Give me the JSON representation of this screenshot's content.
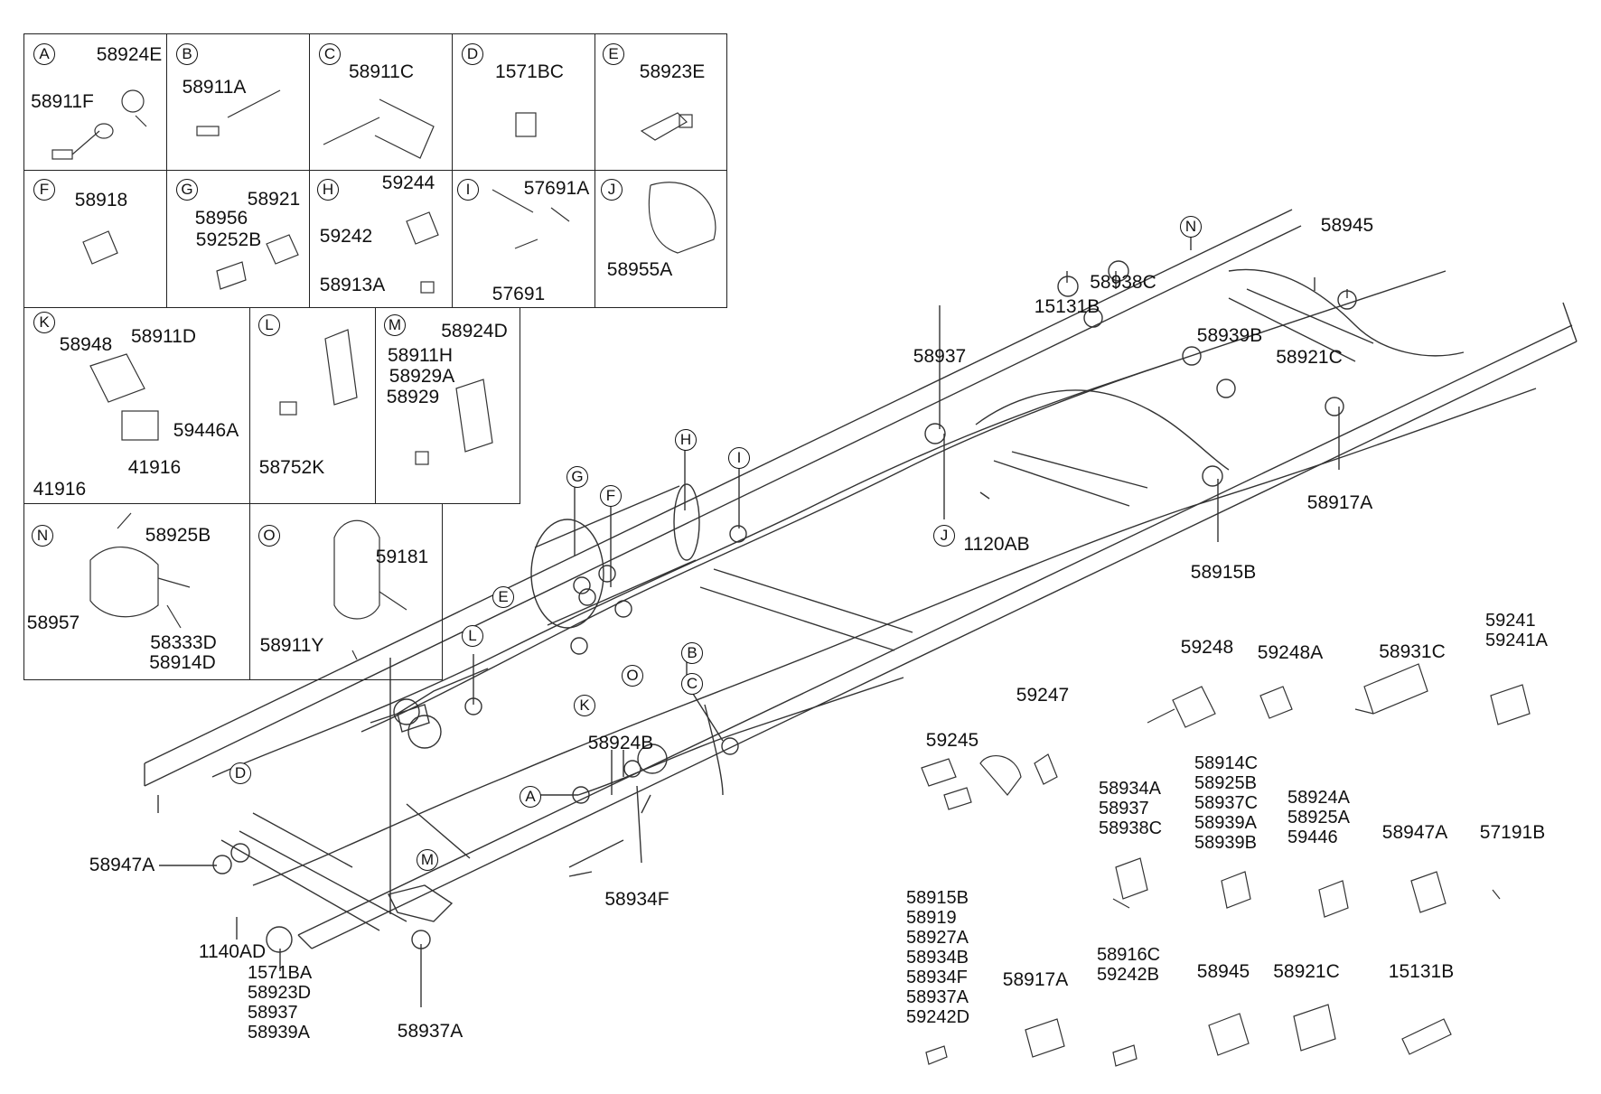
{
  "detail_boxes": [
    {
      "letter": "A",
      "parts": [
        "58924E",
        "58911F"
      ]
    },
    {
      "letter": "B",
      "parts": [
        "58911A"
      ]
    },
    {
      "letter": "C",
      "parts": [
        "58911C"
      ]
    },
    {
      "letter": "D",
      "parts": [
        "1571BC"
      ]
    },
    {
      "letter": "E",
      "parts": [
        "58923E"
      ]
    },
    {
      "letter": "F",
      "parts": [
        "58918"
      ]
    },
    {
      "letter": "G",
      "parts": [
        "58921",
        "58956",
        "59252B"
      ]
    },
    {
      "letter": "H",
      "parts": [
        "59244",
        "59242",
        "58913A"
      ]
    },
    {
      "letter": "I",
      "parts": [
        "57691A",
        "57691"
      ]
    },
    {
      "letter": "J",
      "parts": [
        "58955A"
      ]
    },
    {
      "letter": "K",
      "parts": [
        "58948",
        "58911D",
        "59446A",
        "41916",
        "41916"
      ]
    },
    {
      "letter": "L",
      "parts": [
        "58752K"
      ]
    },
    {
      "letter": "M",
      "parts": [
        "58924D",
        "58911H",
        "58929A",
        "58929"
      ]
    },
    {
      "letter": "N",
      "parts": [
        "58925B",
        "58957",
        "58333D",
        "58914D"
      ]
    },
    {
      "letter": "O",
      "parts": [
        "59181",
        "58911Y"
      ]
    }
  ],
  "main_callouts": [
    "N",
    "G",
    "H",
    "I",
    "F",
    "E",
    "L",
    "K",
    "O",
    "B",
    "C",
    "A",
    "D",
    "M",
    "J"
  ],
  "main_labels": [
    "58945",
    "58938C",
    "15131B",
    "58939B",
    "58921C",
    "58937",
    "1120AB",
    "58917A",
    "58915B",
    "58924B",
    "58934F",
    "58947A",
    "1140AD",
    "58937A",
    "59248",
    "59248A",
    "58931C",
    "59247",
    "59245",
    "58947A",
    "57191B",
    "58917A",
    "58945",
    "58921C",
    "15131B"
  ],
  "stacks": [
    [
      "1571BA",
      "58923D",
      "58937",
      "58939A"
    ],
    [
      "59241",
      "59241A"
    ],
    [
      "58934A",
      "58937",
      "58938C"
    ],
    [
      "58914C",
      "58925B",
      "58937C",
      "58939A",
      "58939B"
    ],
    [
      "58924A",
      "58925A",
      "59446"
    ],
    [
      "58915B",
      "58919",
      "58927A",
      "58934B",
      "58934F",
      "58937A",
      "59242D"
    ],
    [
      "58916C",
      "59242B"
    ]
  ]
}
